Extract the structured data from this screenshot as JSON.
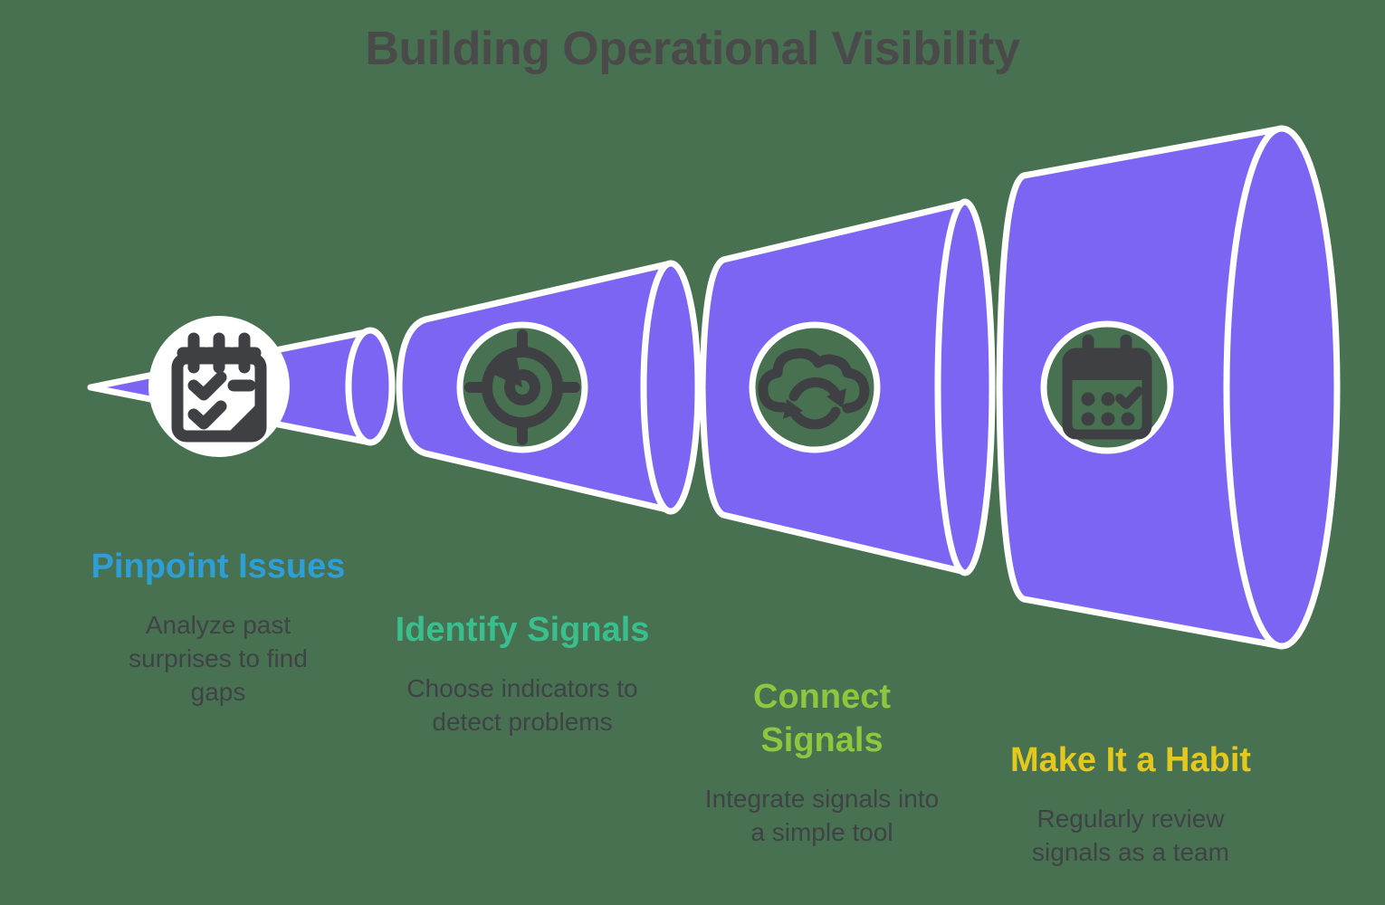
{
  "title": "Building Operational Visibility",
  "colors": {
    "background": "#477150",
    "funnel_fill": "#7D65F4",
    "outline": "#FFFFFF",
    "icon": "#3F4043",
    "title_text": "#4A4A4A",
    "description_text": "#3F4347"
  },
  "steps": [
    {
      "heading": "Pinpoint Issues",
      "heading_color": "#2E9FD6",
      "description": "Analyze past\nsurprises to find\ngaps",
      "icon": "clipboard-checklist-icon"
    },
    {
      "heading": "Identify Signals",
      "heading_color": "#3BBE8D",
      "description": "Choose indicators to\ndetect problems",
      "icon": "target-icon"
    },
    {
      "heading": "Connect\nSignals",
      "heading_color": "#8DC63F",
      "description": "Integrate signals into\na simple tool",
      "icon": "cloud-sync-icon"
    },
    {
      "heading": "Make It a Habit",
      "heading_color": "#E3C91D",
      "description": "Regularly review\nsignals as a team",
      "icon": "calendar-check-icon"
    }
  ]
}
